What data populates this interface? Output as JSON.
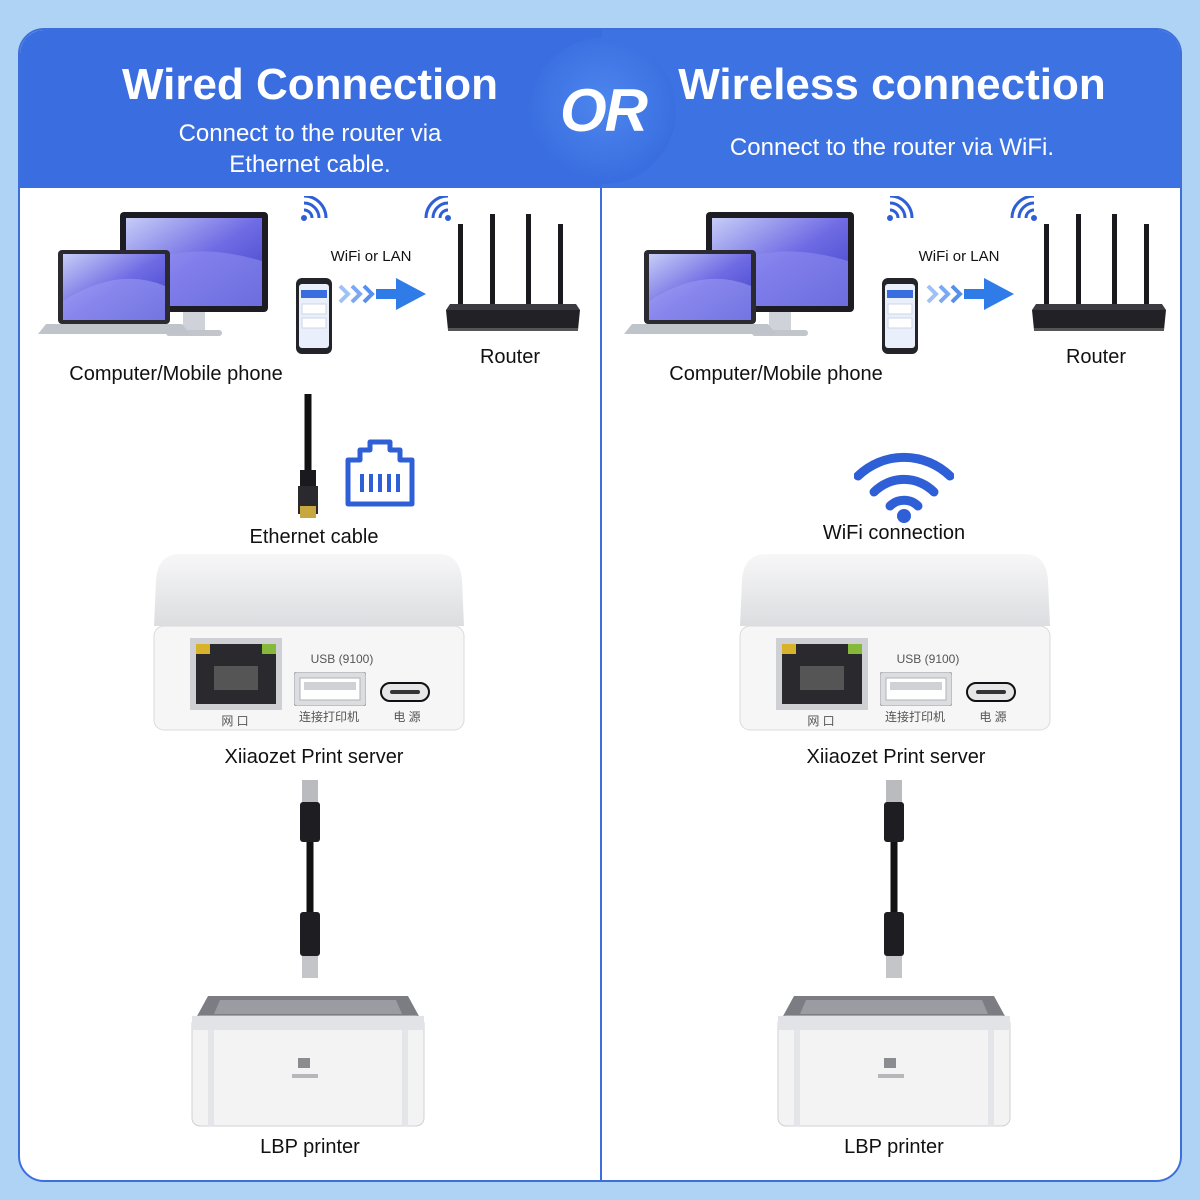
{
  "left_panel": {
    "title": "Wired Connection",
    "subtitle_line1": "Connect to the router via",
    "subtitle_line2": "Ethernet cable.",
    "arrow_label": "WiFi or LAN",
    "devices_label": "Computer/Mobile phone",
    "router_label": "Router",
    "link_label": "Ethernet cable",
    "server_label": "Xiiaozet Print server",
    "printer_label": "LBP printer"
  },
  "or_label": "OR",
  "right_panel": {
    "title": "Wireless connection",
    "subtitle": "Connect to the router via WiFi.",
    "arrow_label": "WiFi or LAN",
    "devices_label": "Computer/Mobile phone",
    "router_label": "Router",
    "link_label": "WiFi connection",
    "server_label": "Xiiaozet Print server",
    "printer_label": "LBP printer"
  },
  "server_ports": {
    "usb_label": "USB (9100)",
    "lan_port_label": "网 口",
    "usb_port_label": "连接打印机",
    "power_label": "电 源"
  },
  "colors": {
    "accent_blue": "#3a6ee0",
    "page_background": "#aed3f4",
    "wifi_blue": "#2f5fd6"
  }
}
